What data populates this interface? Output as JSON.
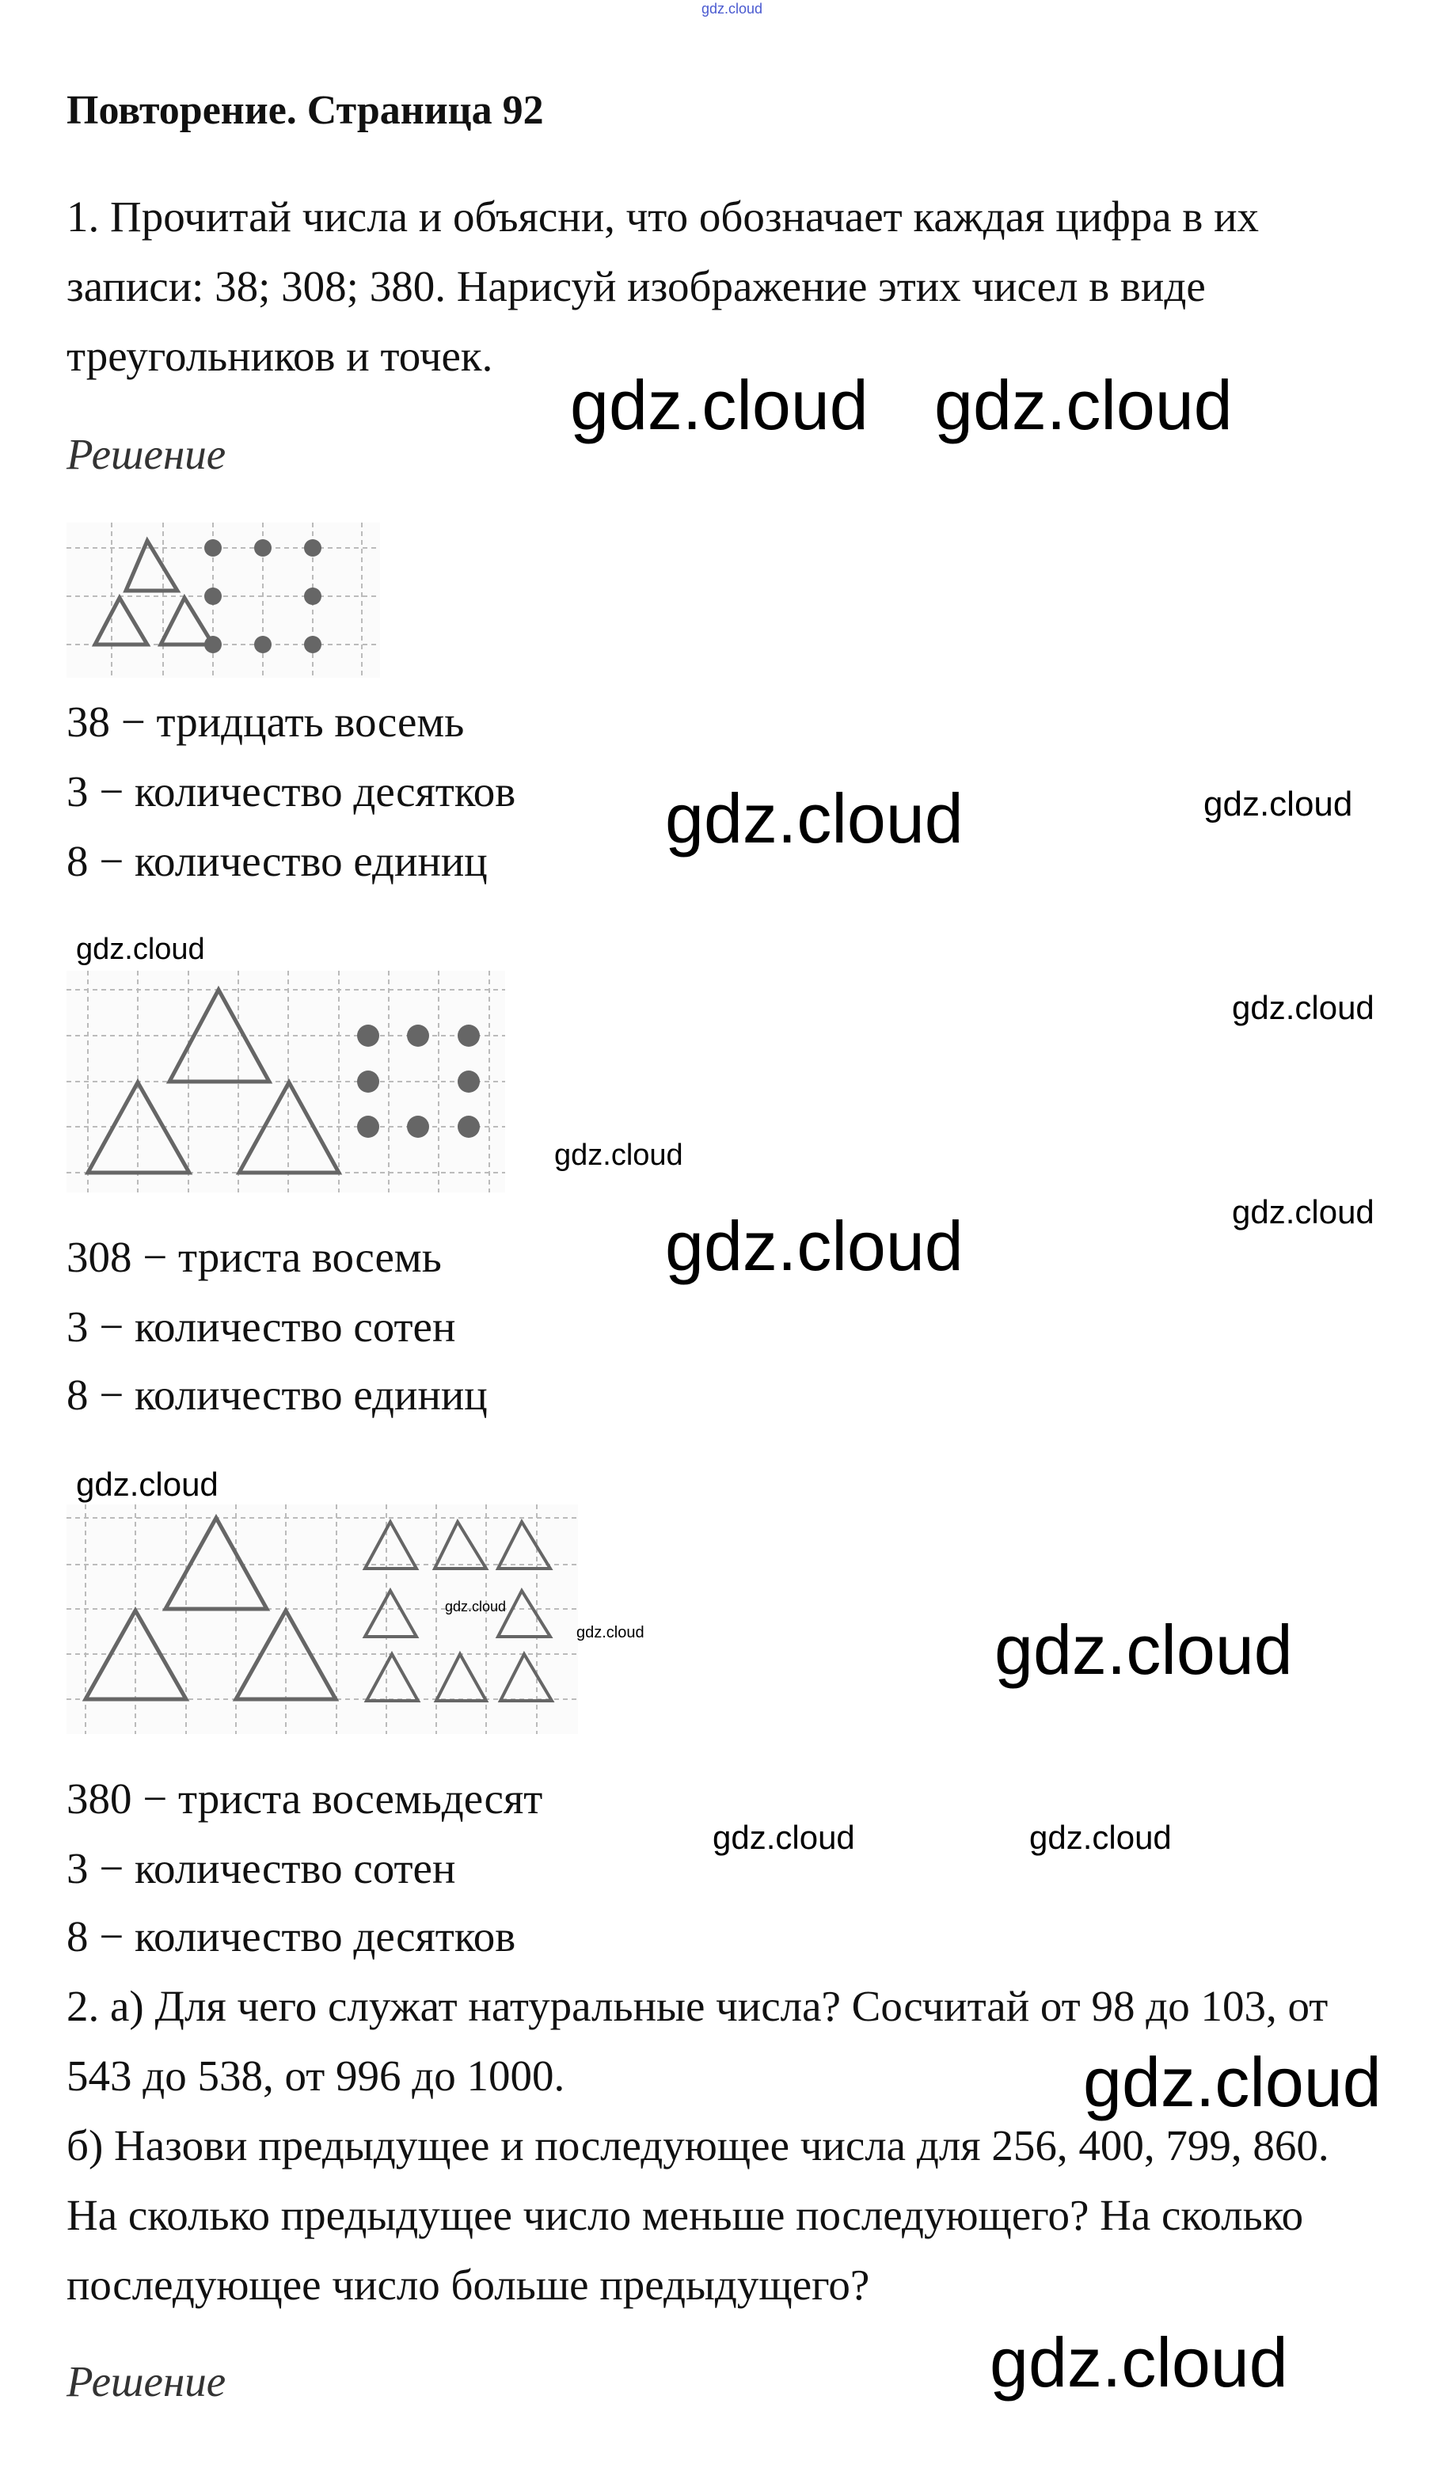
{
  "watermark": "gdz.cloud",
  "title": "Повторение. Страница 92",
  "task1": {
    "lines": [
      "1. Прочитай числа и объясни, что обозначает каждая цифра в их",
      "записи: 38; 308; 380. Нарисуй изображение этих чисел в виде",
      "треугольников и точек."
    ],
    "solution_label": "Решение",
    "n38": [
      "38 − тридцать восемь",
      "3 − количество десятков",
      "8 − количество единиц"
    ],
    "n308": [
      "308 − триста восемь",
      "3 − количество сотен",
      "8 − количество единиц"
    ],
    "n380": [
      "380 − триста восемьдесят",
      "3 − количество сотен",
      "8 − количество десятков"
    ]
  },
  "task2": {
    "lines": [
      "2. а) Для чего служат натуральные числа? Сосчитай от 98 до 103, от",
      "543 до 538, от 996 до 1000.",
      "б) Назови предыдущее и последующее числа для 256, 400, 799, 860.",
      "На сколько предыдущее число меньше последующего? На сколько",
      "последующее число больше предыдущего?"
    ],
    "solution_label": "Решение"
  }
}
